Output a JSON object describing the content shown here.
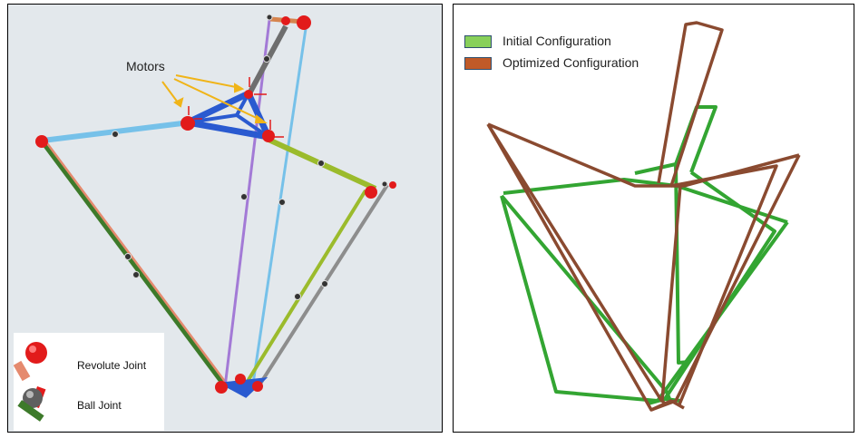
{
  "left_panel": {
    "motors_label": "Motors",
    "legend": {
      "revolute_label": "Revolute Joint",
      "ball_label": "Ball Joint"
    },
    "colors": {
      "background": "#e3e8ec",
      "joint_red": "#e21b1b",
      "light_blue": "#76c1e9",
      "dark_blue": "#2a5ad0",
      "olive": "#9bbb2c",
      "grey": "#8d8d8d",
      "purple": "#a37ad6",
      "salmon": "#e58a6e",
      "dark_green": "#3d7a2a",
      "arrow_orange": "#f0b418"
    }
  },
  "right_panel": {
    "legend": {
      "initial_label": "Initial Configuration",
      "optimized_label": "Optimized Configuration"
    },
    "colors": {
      "initial": "#88d05a",
      "optimized": "#c05a28",
      "initial_line": "#33a532",
      "optimized_line": "#8a4a30"
    }
  }
}
